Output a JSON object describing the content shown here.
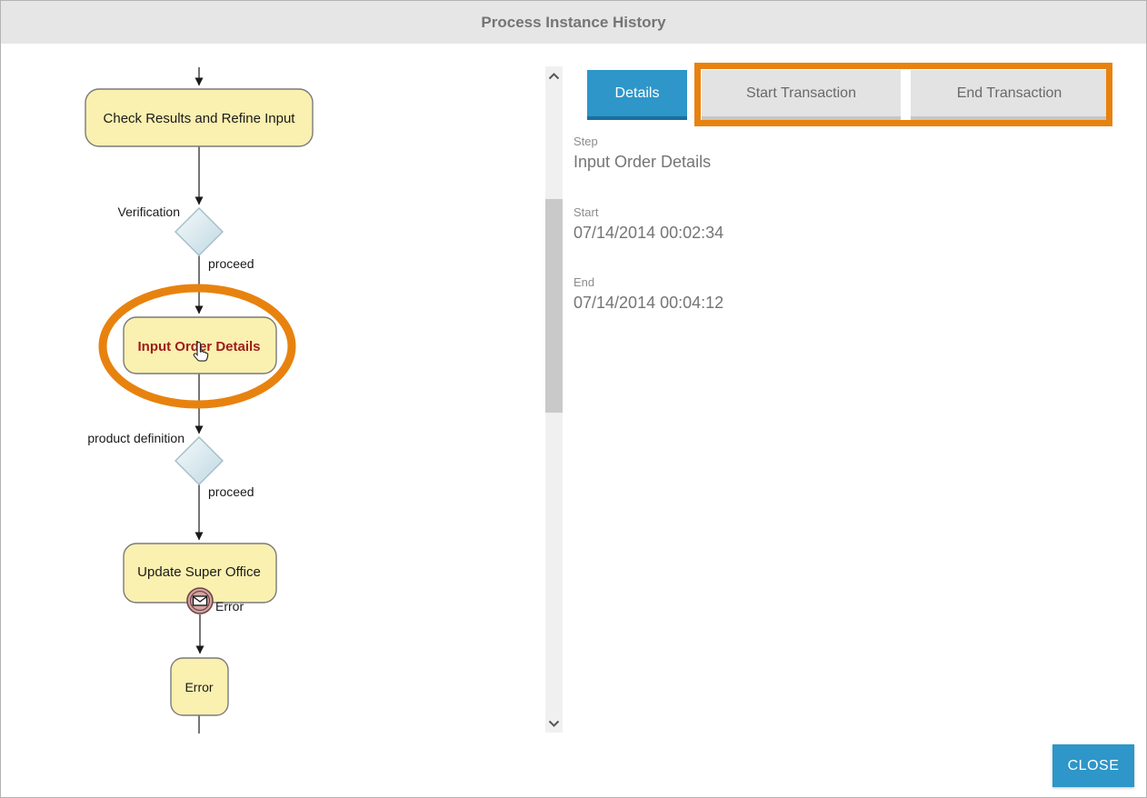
{
  "window": {
    "title": "Process Instance History"
  },
  "diagram": {
    "node_check_results": "Check Results and Refine Input",
    "gateway1_label": "Verification",
    "edge1_label": "proceed",
    "node_input_order": "Input Order Details",
    "gateway2_label": "product definition",
    "edge2_label": "proceed",
    "node_update_super_office": "Update Super Office",
    "boundary_event_label": "Error",
    "node_error": "Error"
  },
  "tabs": {
    "details": "Details",
    "start_transaction": "Start Transaction",
    "end_transaction": "End Transaction"
  },
  "details_panel": {
    "step_label": "Step",
    "step_value": "Input Order Details",
    "start_label": "Start",
    "start_value": "07/14/2014 00:02:34",
    "end_label": "End",
    "end_value": "07/14/2014 00:04:12"
  },
  "footer": {
    "close_label": "CLOSE"
  },
  "colors": {
    "accent_blue": "#2e96c8",
    "accent_blue_dark": "#1a6f9e",
    "annotation_orange": "#e8820f",
    "node_fill_yellow": "#faf0b0",
    "highlighted_text_red": "#9e1c1c",
    "titlebar_gray": "#e6e6e6",
    "title_text_gray": "#757575"
  }
}
